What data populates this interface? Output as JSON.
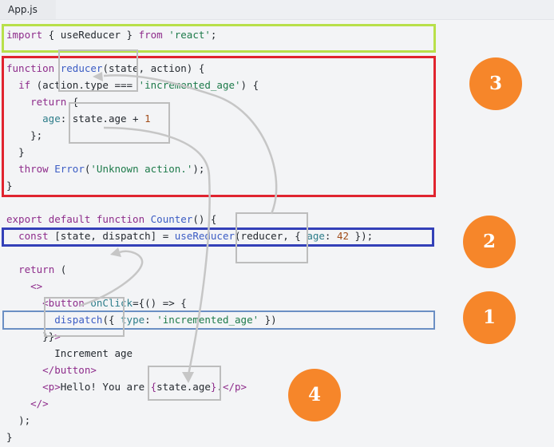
{
  "tab": {
    "filename": "App.js"
  },
  "code": {
    "l1": {
      "k1": "import",
      "p1": " { useReducer } ",
      "k2": "from",
      "s1": "'react'",
      "p2": ";"
    },
    "l3": {
      "k1": "function",
      "sp": " ",
      "f1": "reducer",
      "p1": "(state, action) {"
    },
    "l4": {
      "ind": "  ",
      "k1": "if",
      "p1": " (action.type === ",
      "s1": "'incremented_age'",
      "p2": ") {"
    },
    "l5": {
      "ind": "    ",
      "k1": "return",
      "p1": " {"
    },
    "l6": {
      "ind": "      ",
      "pr": "age",
      "p1": ": state.age + ",
      "n1": "1"
    },
    "l7": {
      "ind": "    ",
      "p1": "};"
    },
    "l8": {
      "ind": "  ",
      "p1": "}"
    },
    "l9": {
      "ind": "  ",
      "k1": "throw",
      "sp": " ",
      "f1": "Error",
      "p1": "(",
      "s1": "'Unknown action.'",
      "p2": ");"
    },
    "l10": {
      "p1": "}"
    },
    "l12": {
      "k1": "export",
      "sp1": " ",
      "k2": "default",
      "sp2": " ",
      "k3": "function",
      "sp3": " ",
      "f1": "Counter",
      "p1": "() {"
    },
    "l13": {
      "ind": "  ",
      "k1": "const",
      "p1": " [state, dispatch] = ",
      "f1": "useReducer",
      "p2": "(reducer, { ",
      "pr": "age",
      "p3": ": ",
      "n1": "42",
      "p4": " });"
    },
    "l15": {
      "ind": "  ",
      "k1": "return",
      "p1": " ("
    },
    "l16": {
      "ind": "    ",
      "t1": "<>"
    },
    "l17": {
      "ind": "      ",
      "t1": "<button",
      "sp": " ",
      "pr": "onClick",
      "p1": "={() => {"
    },
    "l18": {
      "ind": "        ",
      "f1": "dispatch",
      "p1": "({ ",
      "pr": "type",
      "p2": ": ",
      "s1": "'incremented_age'",
      "p3": " })"
    },
    "l19": {
      "ind": "      ",
      "p1": "}}",
      "t1": ">"
    },
    "l20": {
      "ind": "        ",
      "p1": "Increment age"
    },
    "l21": {
      "ind": "      ",
      "t1": "</button>"
    },
    "l22": {
      "ind": "      ",
      "t1": "<p>",
      "p1": "Hello! You are ",
      "t2": "{",
      "p2": "state.age",
      "t3": "}",
      "p3": ".",
      "t4": "</p>"
    },
    "l23": {
      "ind": "    ",
      "t1": "</>"
    },
    "l24": {
      "ind": "  ",
      "p1": ");"
    },
    "l25": {
      "p1": "}"
    }
  },
  "annotations": {
    "step1": "1",
    "step2": "2",
    "step3": "3",
    "step4": "4",
    "colors": {
      "import_box": "#b8e04a",
      "reducer_box": "#e0242f",
      "usereducer_box": "#3340b8",
      "dispatch_box": "#6b8fc4",
      "highlight_box": "#bdbdbd",
      "circle": "#f6862a"
    }
  }
}
